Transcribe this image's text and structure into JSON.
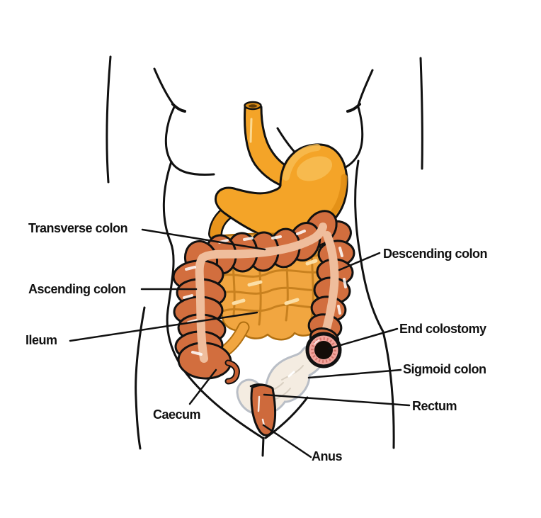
{
  "diagram": {
    "labels": {
      "transverse_colon": "Transverse colon",
      "ascending_colon": "Ascending colon",
      "ileum": "Ileum",
      "caecum": "Caecum",
      "descending_colon": "Descending colon",
      "end_colostomy": "End colostomy",
      "sigmoid_colon": "Sigmoid colon",
      "rectum": "Rectum",
      "anus": "Anus"
    },
    "colors": {
      "background": "#ffffff",
      "outline": "#111111",
      "leader_line": "#111111",
      "colon_fill": "#d26e3e",
      "colon_stripe": "#efbd9c",
      "small_intestine_fill": "#f1a640",
      "small_intestine_coil_line": "#c8811f",
      "stomach_fill": "#f4a428",
      "stomach_highlight": "#f7bd52",
      "stomach_shade": "#e08e14",
      "pale_bowel_fill": "#f4ece1",
      "pale_bowel_outline": "#b9bec6",
      "stoma_ring": "#f2a49c",
      "stoma_center": "#150d08",
      "rectum_fill": "#ce6a3c"
    }
  }
}
